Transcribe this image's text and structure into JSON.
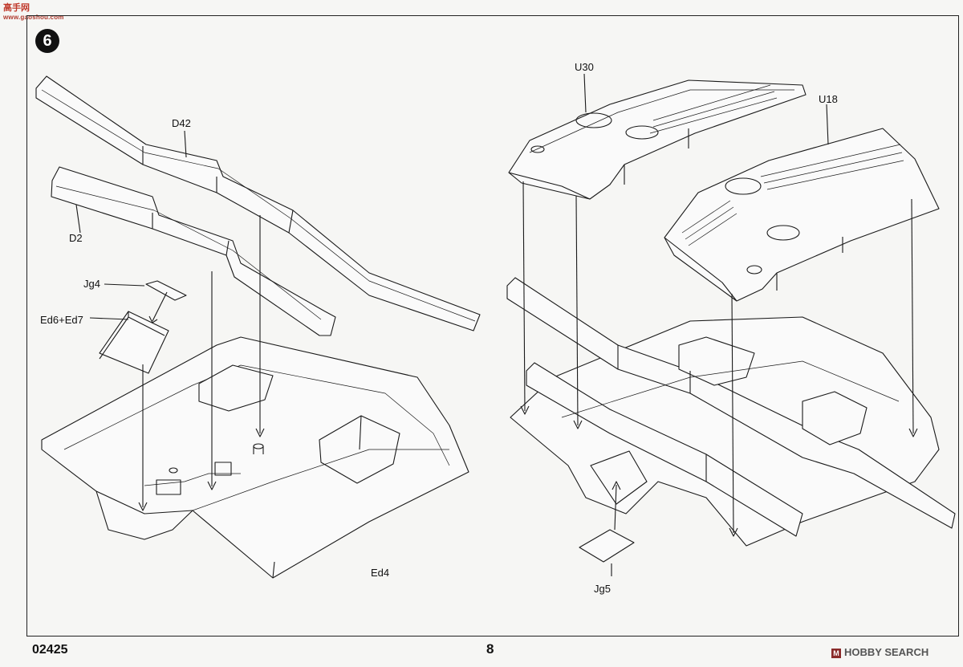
{
  "logo": {
    "main": "高手网",
    "sub": "www.gaoshou.com"
  },
  "step_number": "6",
  "labels": {
    "d42": "D42",
    "d2": "D2",
    "jg4": "Jg4",
    "ed6_ed7": "Ed6+Ed7",
    "ed4": "Ed4",
    "u30": "U30",
    "u18": "U18",
    "jg5": "Jg5"
  },
  "footer": {
    "product_code": "02425",
    "page_number": "8",
    "watermark_mark": "M",
    "watermark_text": "HOBBY SEARCH"
  }
}
